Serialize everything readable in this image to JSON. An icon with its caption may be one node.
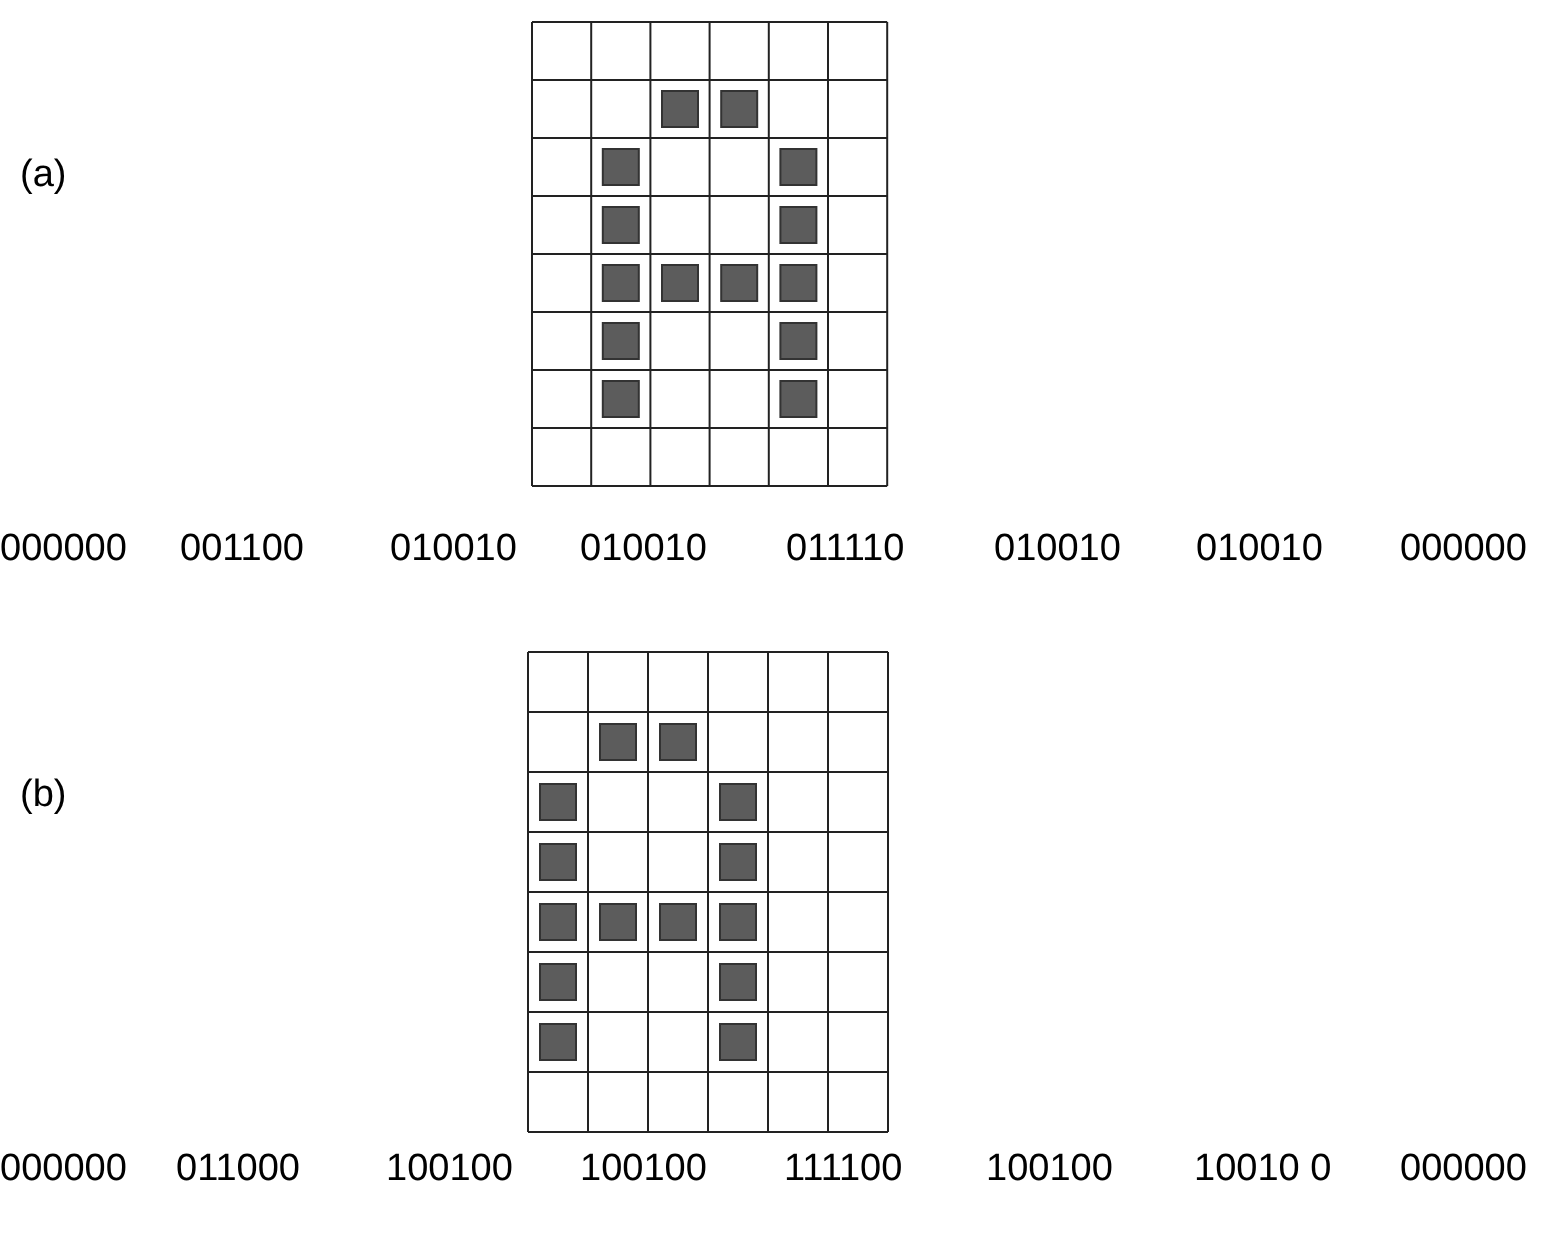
{
  "diagram": {
    "labels": [
      "(a)",
      "000000",
      "001100",
      "010010",
      "010010",
      "011110",
      "010010",
      "010010",
      "000000",
      "(b)",
      "000000",
      "011000",
      "100100",
      "100100",
      "111100",
      "100100",
      "10010 0",
      "000000"
    ]
  }
}
